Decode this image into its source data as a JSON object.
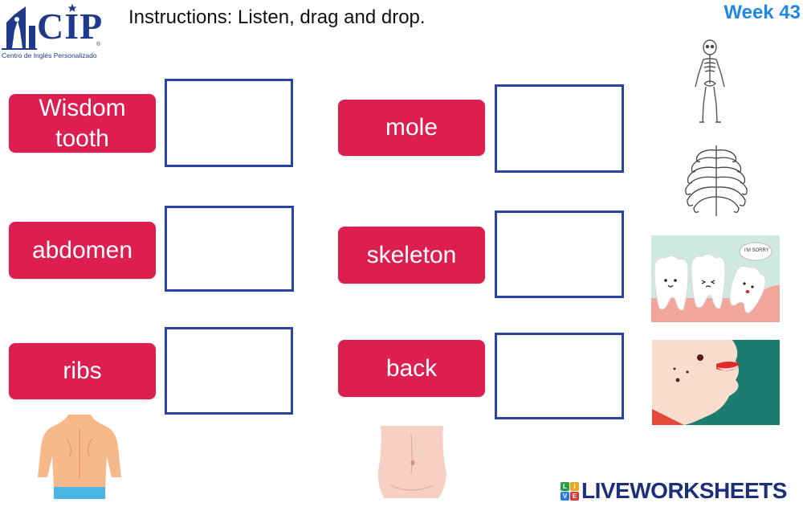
{
  "header": {
    "logo_text": "CIP",
    "logo_reg": "®",
    "logo_tagline": "Centro de Inglés Personalizado",
    "instructions": "Instructions: Listen, drag and drop.",
    "week": "Week 43"
  },
  "labels": [
    {
      "id": "wisdom-tooth",
      "text_line1": "Wisdom",
      "text_line2": "tooth"
    },
    {
      "id": "abdomen",
      "text": "abdomen"
    },
    {
      "id": "ribs",
      "text": "ribs"
    },
    {
      "id": "mole",
      "text": "mole"
    },
    {
      "id": "skeleton",
      "text": "skeleton"
    },
    {
      "id": "back",
      "text": "back"
    }
  ],
  "pictures": {
    "teeth_bubble": "I'M SORRY"
  },
  "footer": {
    "brand": "LIVEWORKSHEETS",
    "grid_letters": [
      "L",
      "I",
      "V",
      "E"
    ]
  },
  "colors": {
    "label_bg": "#dc1e50",
    "drop_border": "#2845a6",
    "week_text": "#1e88e5",
    "brand": "#1c2f7a"
  }
}
